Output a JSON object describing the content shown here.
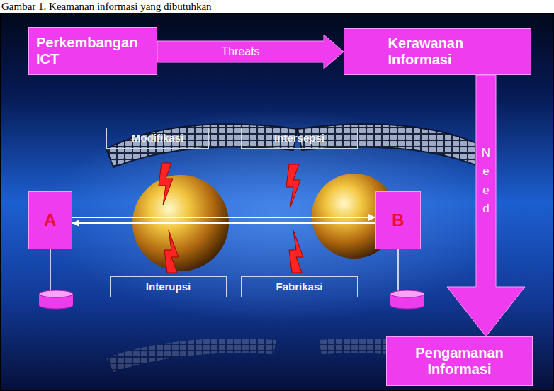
{
  "diagram": {
    "caption": "Gambar 1. Keamanan informasi yang dibutuhkan",
    "nodes": [
      {
        "text": [
          "Perkembangan ICT"
        ]
      },
      {
        "text": [
          "Kerawanan Informasi"
        ]
      },
      {
        "text": [
          "Modifikasi"
        ]
      },
      {
        "text": [
          "Intersepsi"
        ]
      },
      {
        "text": [
          "A"
        ]
      },
      {
        "text": [
          "B"
        ]
      },
      {
        "text": [
          "Interupsi"
        ]
      },
      {
        "text": [
          "Fabrikasi"
        ]
      },
      {
        "text": [
          "Pengamanan Informasi"
        ]
      }
    ],
    "edges": [
      {
        "from": 0,
        "to": 1,
        "label": "Threats",
        "arrow": "to"
      },
      {
        "from": 1,
        "to": 8,
        "label": "Need",
        "arrow": "to"
      },
      {
        "from": 4,
        "to": 5,
        "arrow": "to"
      },
      {
        "from": 5,
        "to": 4,
        "arrow": "to"
      }
    ]
  }
}
